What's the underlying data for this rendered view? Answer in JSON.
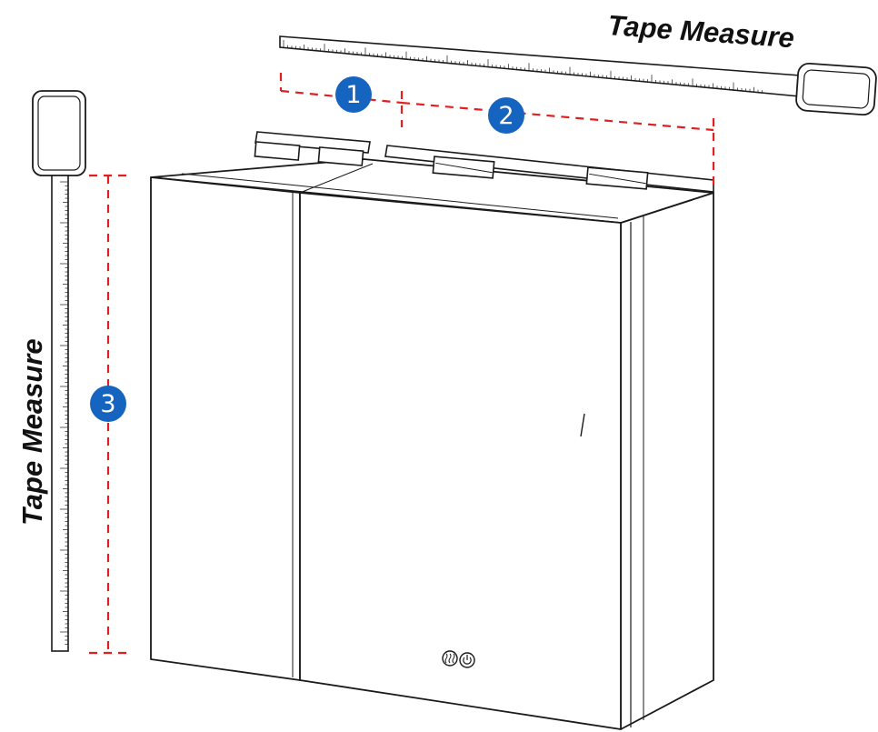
{
  "labels": {
    "top_tape": "Tape Measure",
    "left_tape": "Tape Measure"
  },
  "markers": [
    {
      "id": "marker-1",
      "text": "1"
    },
    {
      "id": "marker-2",
      "text": "2"
    },
    {
      "id": "marker-3",
      "text": "3"
    }
  ],
  "colors": {
    "line": "#1a1a1a",
    "dash": "#e02020",
    "badge": "#1565c0",
    "badge_text": "#ffffff"
  },
  "icons": [
    "defog-icon",
    "power-icon"
  ]
}
